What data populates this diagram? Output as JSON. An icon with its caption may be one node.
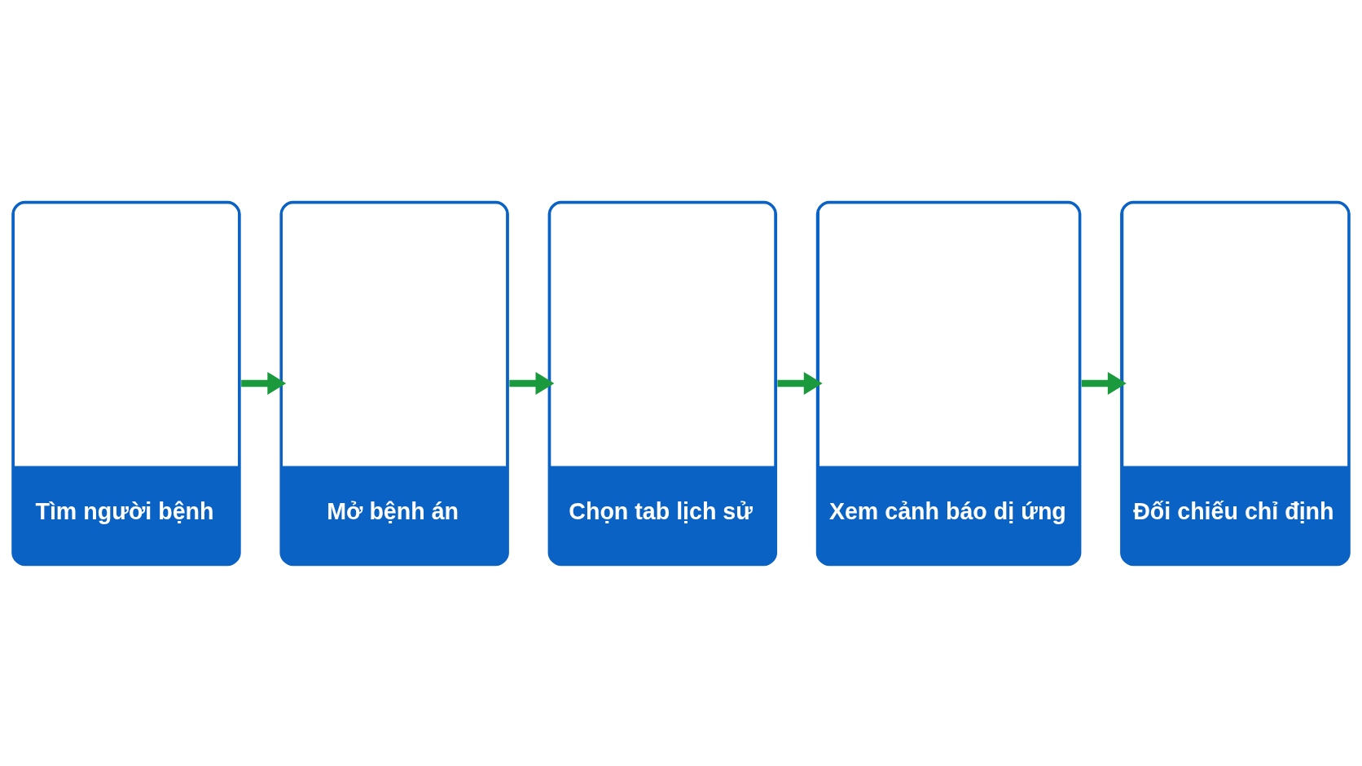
{
  "diagram": {
    "nodes": [
      {
        "text": [
          "Tìm người bệnh"
        ]
      },
      {
        "text": [
          "Mở bệnh án"
        ]
      },
      {
        "text": [
          "Chọn tab lịch sử"
        ]
      },
      {
        "text": [
          "Xem cảnh báo dị ứng"
        ]
      },
      {
        "text": [
          "Đối chiếu chỉ định"
        ]
      }
    ],
    "edges": [
      {
        "from": 0,
        "to": 1,
        "arrow": "to"
      },
      {
        "from": 1,
        "to": 2,
        "arrow": "to"
      },
      {
        "from": 2,
        "to": 3,
        "arrow": "to"
      },
      {
        "from": 3,
        "to": 4,
        "arrow": "to"
      }
    ]
  }
}
